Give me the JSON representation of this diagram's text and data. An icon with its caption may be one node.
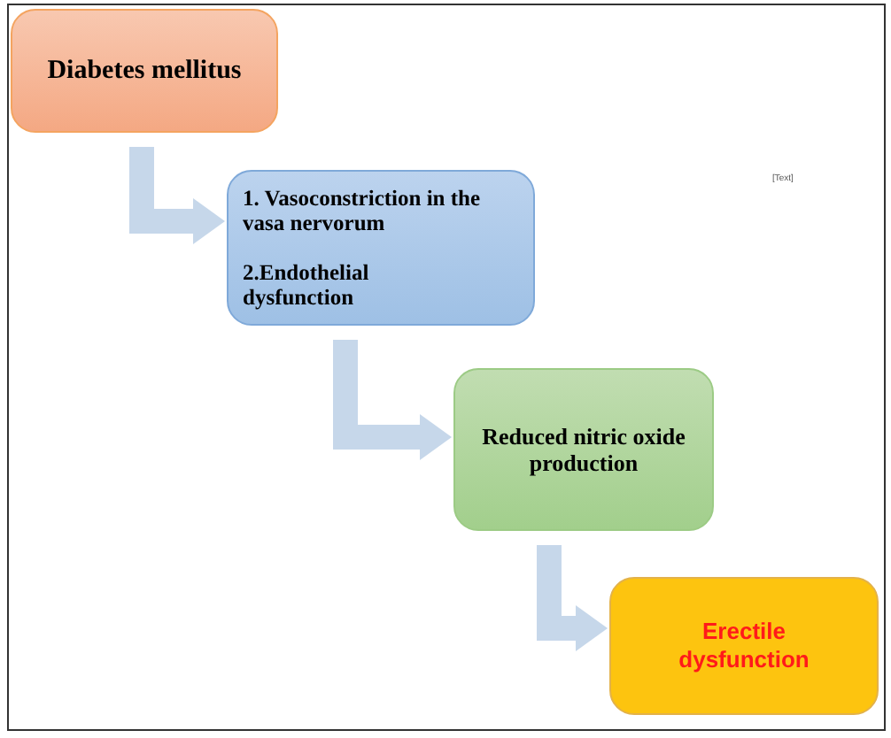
{
  "diagram": {
    "nodes": [
      {
        "text": [
          "Diabetes mellitus"
        ]
      },
      {
        "text": [
          "1. Vasoconstriction in the vasa nervorum",
          "2.Endothelial dysfunction"
        ]
      },
      {
        "text": [
          "Reduced nitric oxide production"
        ]
      },
      {
        "text": [
          "Erectile dysfunction"
        ]
      }
    ],
    "edges": [
      {
        "from": 0,
        "to": 1,
        "arrow": "to"
      },
      {
        "from": 1,
        "to": 2,
        "arrow": "to"
      },
      {
        "from": 2,
        "to": 3,
        "arrow": "to"
      }
    ],
    "labels": [
      "[Text]"
    ]
  }
}
